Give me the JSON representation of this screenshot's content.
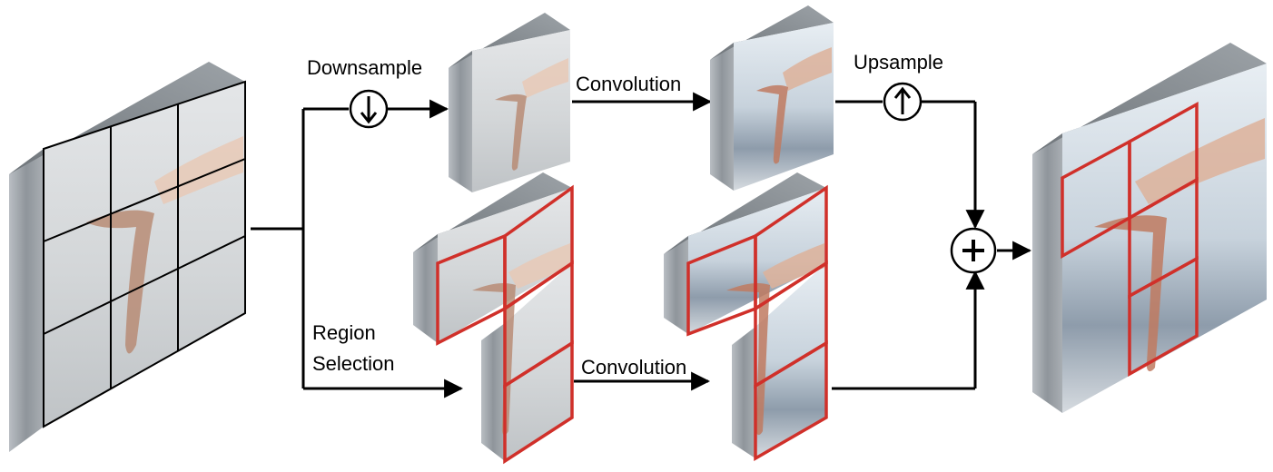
{
  "labels": {
    "downsample": "Downsample",
    "convolution_top": "Convolution",
    "upsample": "Upsample",
    "region": "Region",
    "selection": "Selection",
    "convolution_bottom": "Convolution"
  },
  "colors": {
    "region_outline": "#d0302a",
    "cube_side": "#9aa0a6",
    "cube_top": "#7f8489"
  },
  "icons": {
    "down": "arrow-down-icon",
    "up": "arrow-up-icon",
    "add": "plus-icon"
  }
}
